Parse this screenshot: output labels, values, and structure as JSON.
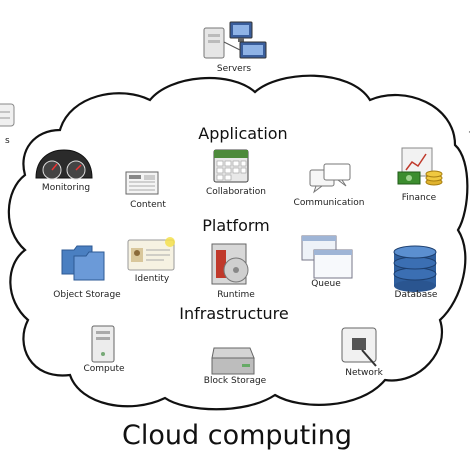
{
  "caption": "Cloud computing",
  "sections": {
    "application": "Application",
    "platform": "Platform",
    "infrastructure": "Infrastructure"
  },
  "nodes": {
    "servers": "Servers",
    "monitoring": "Monitoring",
    "content": "Content",
    "collaboration": "Collaboration",
    "communication": "Communication",
    "finance": "Finance",
    "object_storage": "Object Storage",
    "identity": "Identity",
    "runtime": "Runtime",
    "queue": "Queue",
    "database": "Database",
    "compute": "Compute",
    "block_storage": "Block Storage",
    "network": "Network",
    "left_partial": "s"
  },
  "colors": {
    "cloud_outline": "#111111",
    "folder_blue": "#4a7fc1",
    "database_blue": "#2f5f9e",
    "money_green": "#3c8d2f",
    "runtime_red": "#c0392b"
  }
}
